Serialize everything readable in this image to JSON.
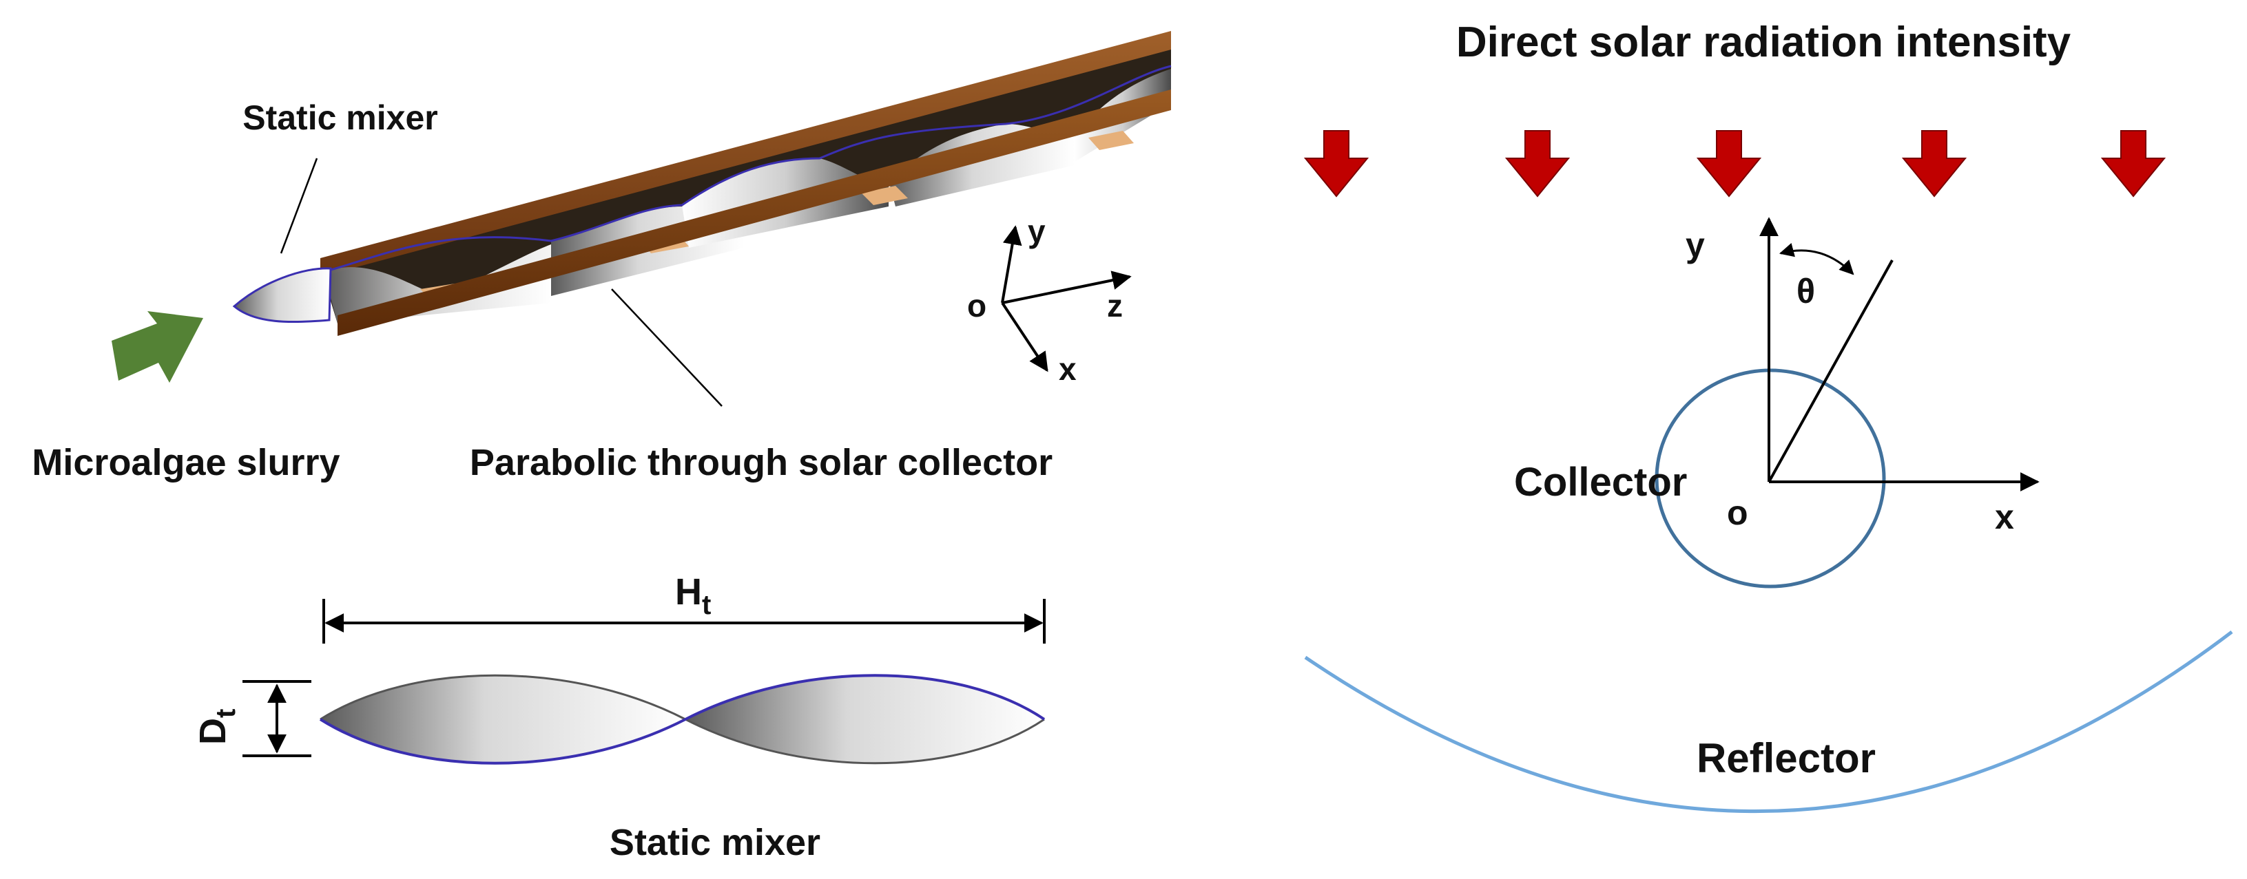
{
  "left_panel": {
    "top_figure": {
      "static_mixer_label": "Static mixer",
      "microalgae_label": "Microalgae slurry",
      "collector_label": "Parabolic through solar collector",
      "axes": {
        "origin": "o",
        "y": "y",
        "z": "z",
        "x": "x"
      }
    },
    "bottom_figure": {
      "length_symbol": "H",
      "length_subscript": "t",
      "diameter_symbol": "D",
      "diameter_subscript": "t",
      "caption": "Static mixer"
    }
  },
  "right_panel": {
    "radiation_label": "Direct solar radiation intensity",
    "arrow_count": 5,
    "collector_label": "Collector",
    "reflector_label": "Reflector",
    "angle_symbol": "θ",
    "axes": {
      "origin": "o",
      "x": "x",
      "y": "y"
    }
  },
  "colors": {
    "solar_arrow": "#c00000",
    "inflow_arrow": "#548235",
    "circle_stroke": "#41719c",
    "reflector_stroke": "#6fa8dc",
    "tube_copper": "#8b4a1a",
    "mixer_edge": "#3a2fb0"
  }
}
